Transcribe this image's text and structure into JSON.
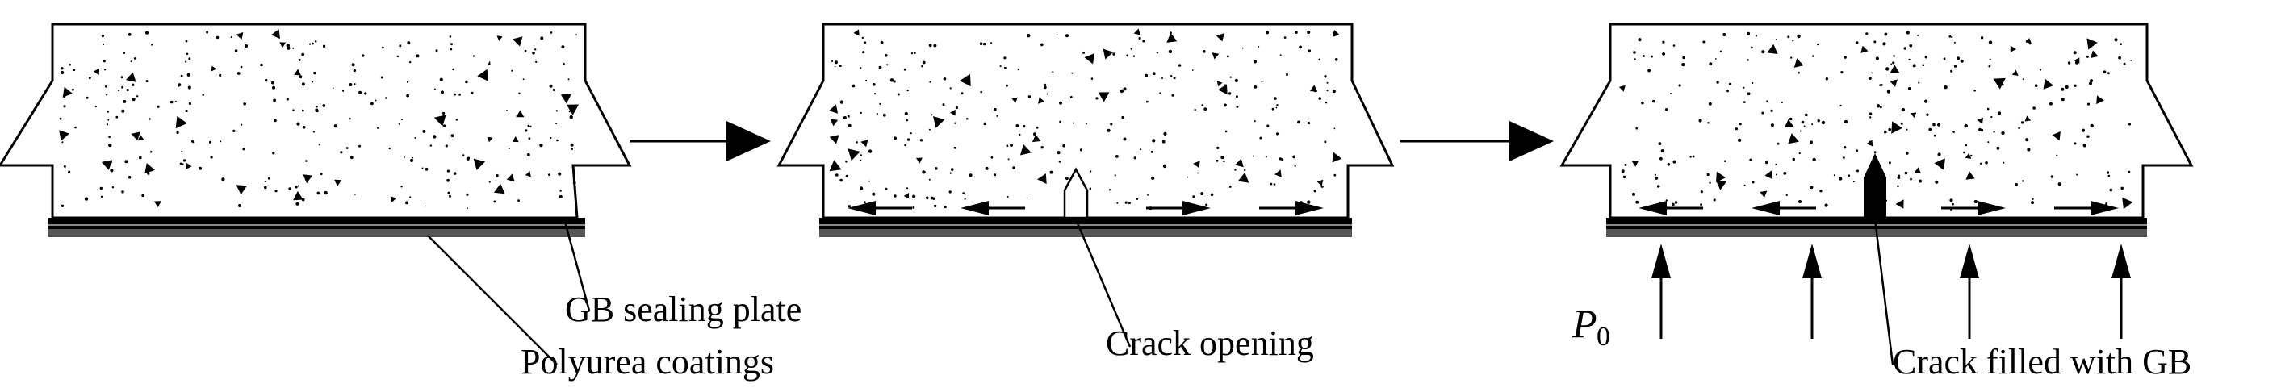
{
  "labels": {
    "gb_sealing_plate": "GB sealing plate",
    "polyurea_coatings": "Polyurea coatings",
    "crack_opening": "Crack opening",
    "crack_filled": "Crack filled with GB",
    "pressure_symbol": "P",
    "pressure_subscript": "0"
  },
  "stages": [
    {
      "name": "intact",
      "crack": "none"
    },
    {
      "name": "crack-opening",
      "crack": "open"
    },
    {
      "name": "crack-filled",
      "crack": "filled"
    }
  ],
  "colors": {
    "line": "#000000",
    "background": "#ffffff",
    "plate": "#222222",
    "plate_highlight": "#777777"
  }
}
